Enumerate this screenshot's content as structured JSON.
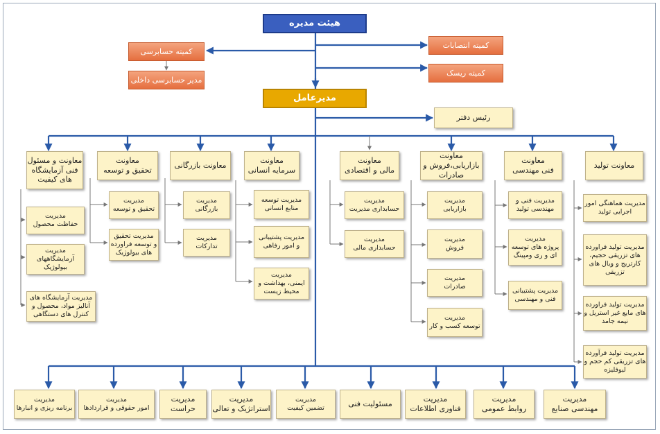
{
  "board": "هیئت مدیره",
  "audit_committee": "کمیته حسابرسی",
  "internal_audit": "مدیر حسابرسی داخلی",
  "appointments_committee": "کمیته انتصابات",
  "risk_committee": "کمیته ریسک",
  "ceo": "مدیرعامل",
  "office_head": "رئیس دفتر",
  "deputies": [
    {
      "title": "معاونت تولید",
      "units": [
        "مدیریت هماهنگی امور اجرایی تولید",
        "مدیریت تولید فراورده های تزریقی حجیم، کارتریج و ویال های تزریقی",
        "مدیریت تولید فراورده های مایع غیر استریل و نیمه جامد",
        "مدیریت تولید فرآورده های تزریقی کم حجم و لیوفلیزه"
      ]
    },
    {
      "title": "معاونت\nفنی مهندسی",
      "units": [
        "مدیریت فنی و مهندسی تولید",
        "مدیریت\nپروژه های توسعه\nای و ری ومپینگ",
        "مدیریت پشتیبانی\nفنی و مهندسی"
      ]
    },
    {
      "title": "معاونت\nبازاریابی،فروش و صادرات",
      "units": [
        "مدیریت\nبازاریابی",
        "مدیریت\nفروش",
        "مدیریت\nصادرات",
        "مدیریت\nتوسعه کسب و کار"
      ]
    },
    {
      "title": "معاونت\nمالی و اقتصادی",
      "units": [
        "مدیریت\nحسابداری مدیریت",
        "مدیریت\nحسابداری مالی"
      ]
    },
    {
      "title": "معاونت\nسرمایه انسانی",
      "units": [
        "مدیریت توسعه\nمنابع انسانی",
        "مدیریت پشتیبانی\nو امور رفاهی",
        "مدیریت\nایمنی، بهداشت و\nمحیط زیست"
      ]
    },
    {
      "title": "معاونت بازرگانی",
      "units": [
        "مدیریت\nبازرگانی",
        "مدیریت\nتدارکات"
      ]
    },
    {
      "title": "معاونت\nتحقیق و توسعه",
      "units": [
        "مدیریت\nتحقیق و توسعه",
        "مدیریت تحقیق\nو توسعه فراورده\nهای بیولوژیک"
      ]
    },
    {
      "title": "معاونت و مسئول\nفنی آزمایشگاه\nهای کیفیت",
      "units": [
        "مدیریت\nحفاظت محصول",
        "مدیریت\nآزمایشگاههای\nبیولوژیک",
        "مدیریت آزمایشگاه های\nآنالیز مواد، محصول و\nکنترل های دستگاهی"
      ]
    }
  ],
  "bottom": [
    "مدیریت\nمهندسی صنایع",
    "مدیریت\nروابط عمومی",
    "مدیریت\nفناوری اطلاعات",
    "مسئولیت فنی",
    "مدیریت\nتضمین کیفیت",
    "مدیریت\nاستراتژیک و تعالی",
    "مدیریت\nحراست",
    "مدیریت\nامور حقوقی و قراردادها",
    "مدیریت\nبرنامه ریزی و انبارها"
  ]
}
